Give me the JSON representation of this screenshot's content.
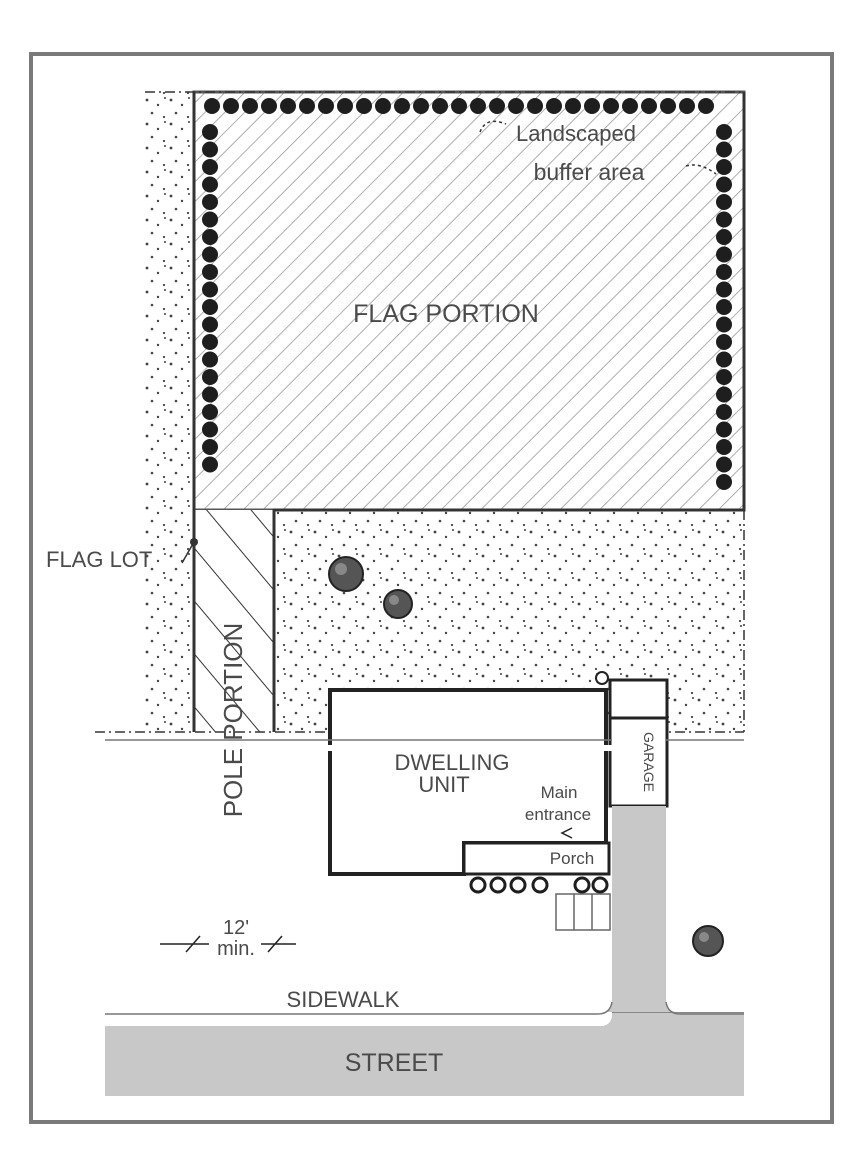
{
  "labels": {
    "landscaped_line1": "Landscaped",
    "landscaped_line2": "buffer area",
    "flag_portion": "FLAG PORTION",
    "flag_lot": "FLAG LOT",
    "pole_portion": "POLE PORTION",
    "dwelling_line1": "DWELLING",
    "dwelling_line2": "UNIT",
    "main_entrance_line1": "Main",
    "main_entrance_line2": "entrance",
    "porch": "Porch",
    "garage": "GARAGE",
    "dim_value": "12'",
    "dim_min": "min.",
    "sidewalk": "SIDEWALK",
    "street": "STREET"
  },
  "colors": {
    "frame": "#7a7a7a",
    "street": "#c8c8c8",
    "line": "#333333",
    "text": "#4a4a4a"
  },
  "icons": [
    "tree-icon",
    "shrub-icon",
    "hatch-pattern",
    "stipple-pattern"
  ]
}
